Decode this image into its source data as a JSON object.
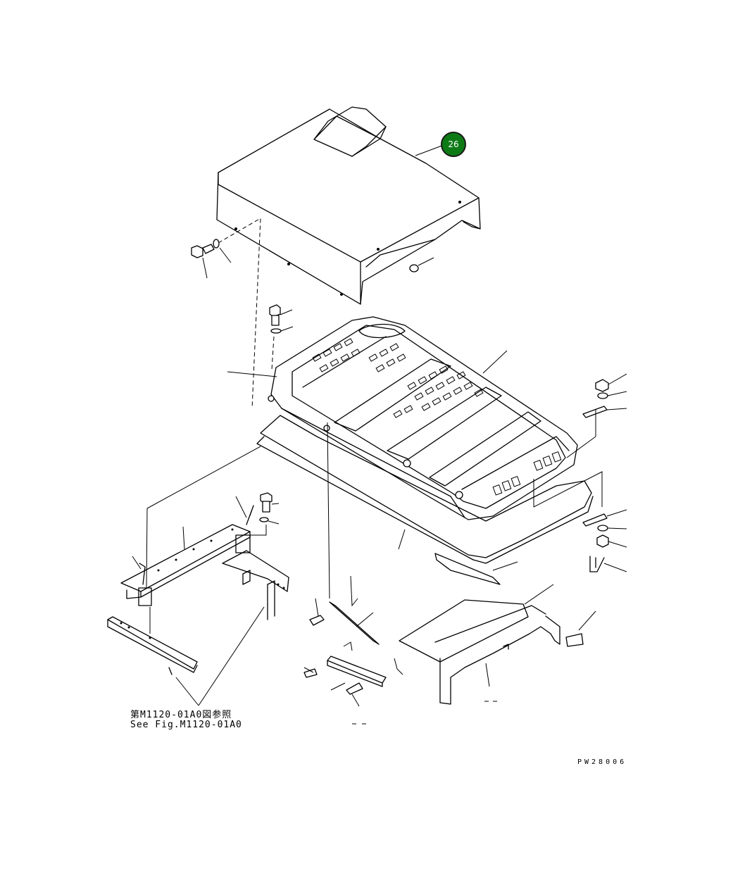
{
  "callout": {
    "number": "26",
    "color": "#0d7a16"
  },
  "reference_note": {
    "jp": "第M1120-01A0図参照",
    "en": "See Fig.M1120-01A0"
  },
  "drawing_code": "PW28006",
  "icons": [
    "callout-26-icon",
    "hood-cover-icon",
    "engine-hood-grille-icon",
    "gasket-seal-icon",
    "bracket-icon",
    "bolt-icon",
    "washer-icon",
    "nut-icon",
    "u-bolt-icon",
    "fender-panel-icon"
  ]
}
